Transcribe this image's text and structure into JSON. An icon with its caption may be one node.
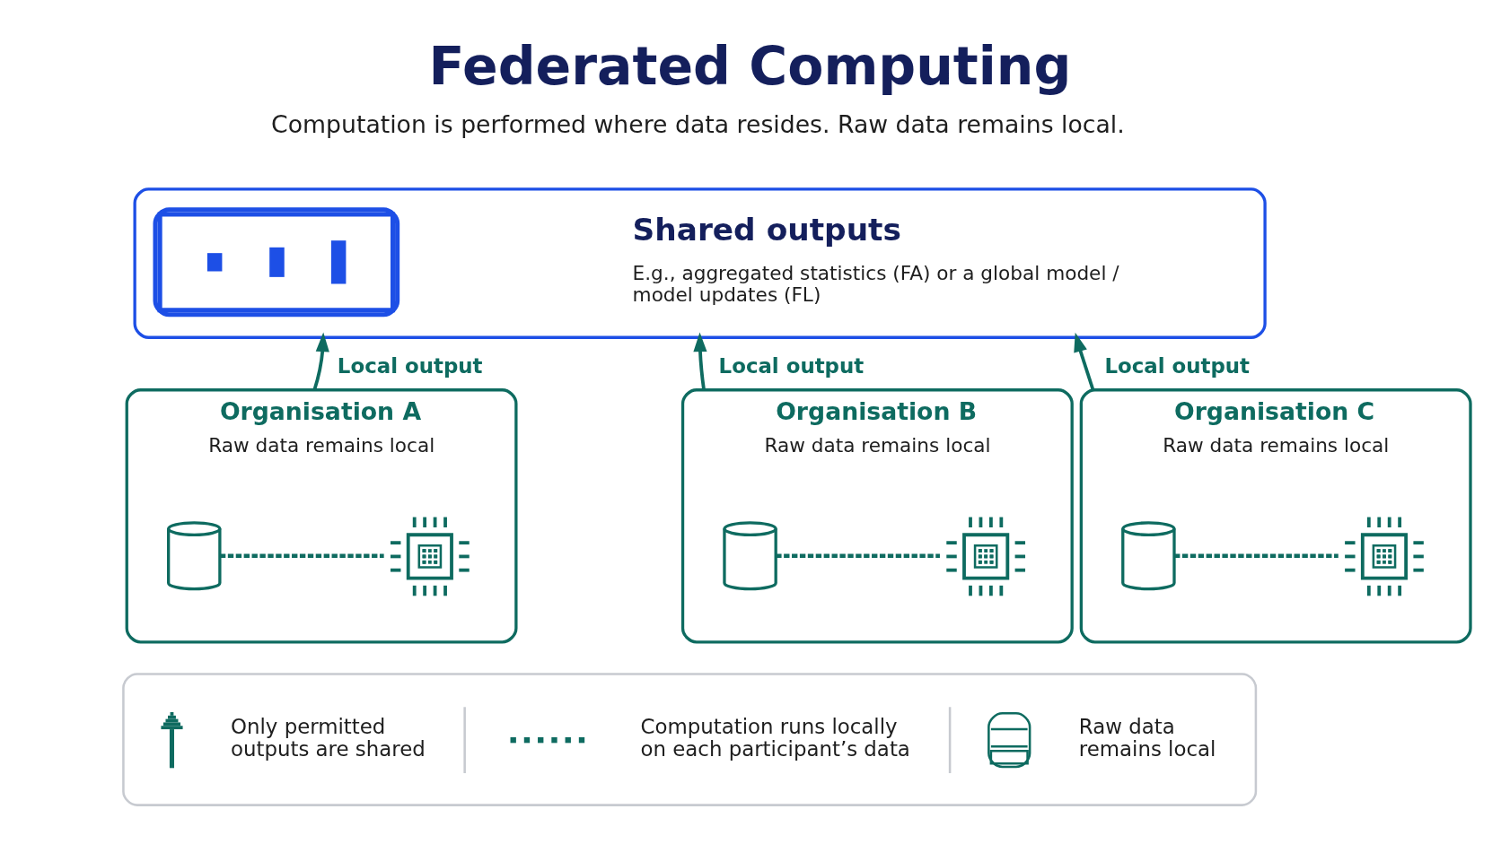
{
  "diagram": {
    "title": "Federated Computing",
    "nodes": [
      {
        "text": [
          "Shared outputs",
          "E.g., aggregated statistics (FA) or a global model / model updates (FL)"
        ]
      },
      {
        "text": [
          "Organisation A",
          "Raw data remains local"
        ]
      },
      {
        "text": [],
        "shape": "cylinder",
        "in": 1
      },
      {
        "text": [],
        "shape": "chip",
        "in": 1
      },
      {
        "text": [
          "Organisation B",
          "Raw data remains local"
        ]
      },
      {
        "text": [],
        "shape": "cylinder",
        "in": 4
      },
      {
        "text": [],
        "shape": "chip",
        "in": 4
      },
      {
        "text": [
          "Organisation C",
          "Raw data remains local"
        ]
      },
      {
        "text": [],
        "shape": "cylinder",
        "in": 7
      },
      {
        "text": [],
        "shape": "chip",
        "in": 7
      }
    ],
    "edges": [
      {
        "from": 1,
        "to": 0,
        "arrow": "to",
        "label": "Local output"
      },
      {
        "from": 2,
        "to": 3,
        "arrow": "none",
        "style": "dashed"
      },
      {
        "from": 4,
        "to": 0,
        "arrow": "to",
        "label": "Local output"
      },
      {
        "from": 5,
        "to": 6,
        "arrow": "none",
        "style": "dashed"
      },
      {
        "from": 7,
        "to": 0,
        "arrow": "to",
        "label": "Local output"
      },
      {
        "from": 8,
        "to": 9,
        "arrow": "none",
        "style": "dashed"
      }
    ],
    "labels": [
      "Computation is performed where data resides. Raw data remains local."
    ],
    "legend": [
      {
        "text": "Only permitted outputs are shared"
      },
      {
        "text": "Computation runs locally on each participant’s data"
      },
      {
        "text": "Raw data remains local"
      }
    ]
  }
}
